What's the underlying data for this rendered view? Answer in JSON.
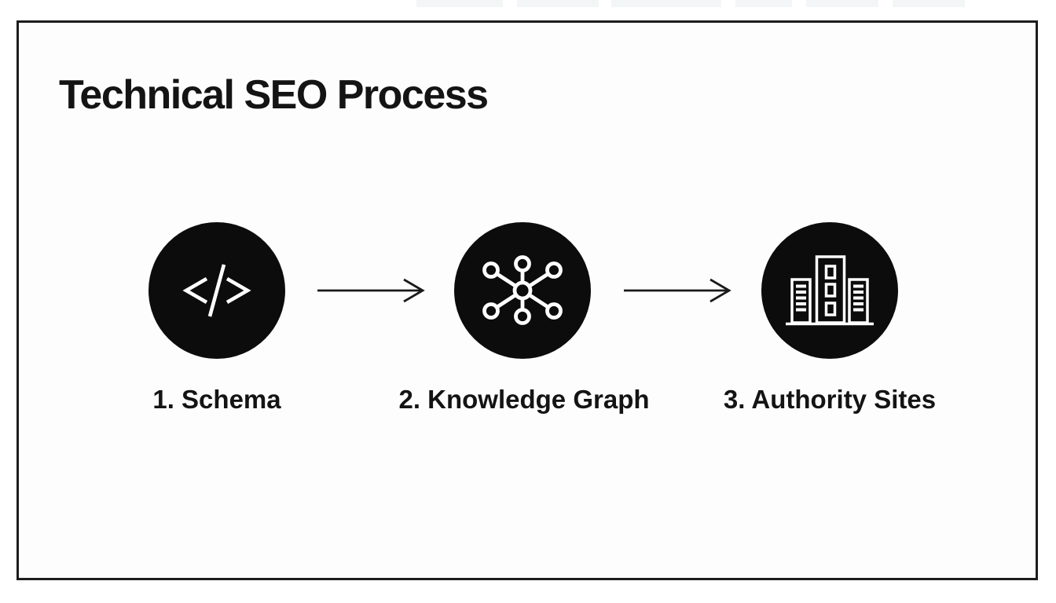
{
  "title": "Technical SEO Process",
  "steps": [
    {
      "label": "1. Schema",
      "icon": "code-icon"
    },
    {
      "label": "2. Knowledge Graph",
      "icon": "network-icon"
    },
    {
      "label": "3. Authority Sites",
      "icon": "buildings-icon"
    }
  ],
  "flow": {
    "connector": "arrow-right",
    "sequence": [
      "1. Schema",
      "2. Knowledge Graph",
      "3. Authority Sites"
    ]
  },
  "colors": {
    "background": "#fdfdfd",
    "frame_border": "#1c1c1c",
    "circle_fill": "#0c0c0c",
    "icon_stroke": "#ffffff",
    "text": "#141414",
    "arrow": "#1a1a1a"
  }
}
